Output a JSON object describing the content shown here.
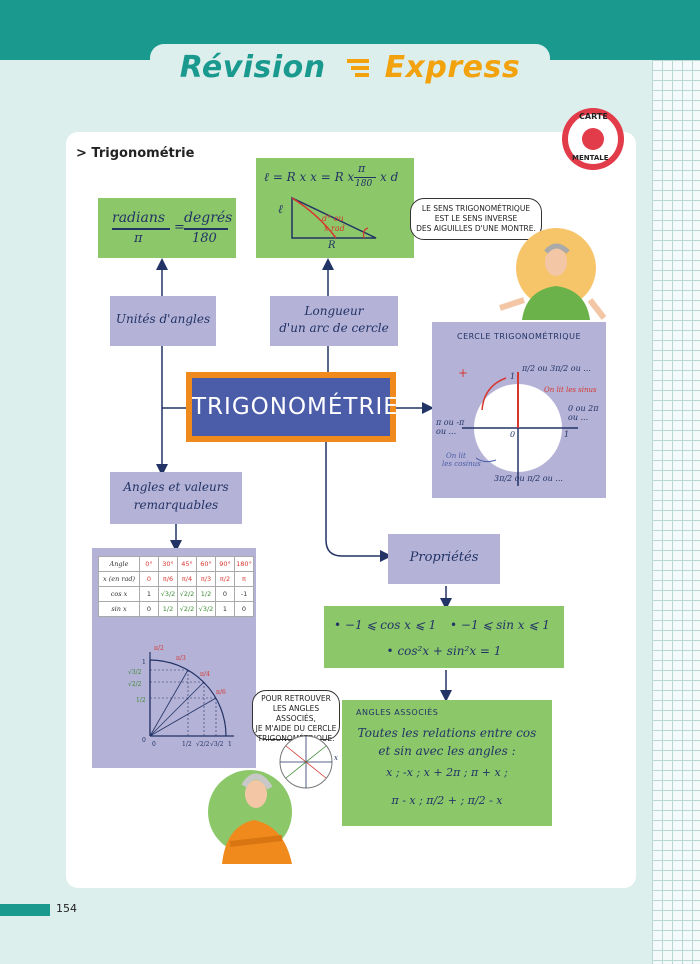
{
  "header": {
    "title_part1": "Révision",
    "title_part2": "Express",
    "stamp_text_1": "CARTE",
    "stamp_text_2": "MENTALE"
  },
  "section_heading": "> Trigonométrie",
  "main_node": "TRIGONOMÉTRIE",
  "units": {
    "label": "Unités d'angles",
    "formula_num_left": "radians",
    "formula_den_left": "π",
    "formula_num_right": "degrés",
    "formula_den_right": "180"
  },
  "arc": {
    "label_line1": "Longueur",
    "label_line2": "d'un arc de cercle",
    "formula": "ℓ = R x x = R x",
    "frac_num": "π",
    "frac_den": "180",
    "formula_tail": "x d",
    "ell": "ℓ",
    "angle_line1": "d° ou",
    "angle_line2": "x rad",
    "radius": "R"
  },
  "bubble1": {
    "line1": "LE SENS TRIGONOMÉTRIQUE",
    "line2": "EST LE SENS INVERSE",
    "line3": "DES AIGUILLES D'UNE MONTRE."
  },
  "circle": {
    "title": "CERCLE TRIGONOMÉTRIQUE",
    "top_label": "π/2 ou 3π/2 ou ...",
    "top_one": "1",
    "right_label": "0 ou 2π ou ...",
    "left_label": "π ou -π ou ...",
    "bottom_label": "3π/2 ou π/2 ou ...",
    "origin": "0",
    "right_one": "1",
    "note_sin": "On lit les sinus",
    "note_cos_1": "On lit",
    "note_cos_2": "les cosinus",
    "plus": "+"
  },
  "angles": {
    "label_line1": "Angles et valeurs",
    "label_line2": "remarquables",
    "table_headers": [
      "Angle",
      "0°",
      "30°",
      "45°",
      "60°",
      "90°",
      "180°"
    ],
    "table_rows": [
      [
        "x (en rad)",
        "0",
        "π/6",
        "π/4",
        "π/3",
        "π/2",
        "π"
      ],
      [
        "cos x",
        "1",
        "√3/2",
        "√2/2",
        "1/2",
        "0",
        "-1"
      ],
      [
        "sin x",
        "0",
        "1/2",
        "√2/2",
        "√3/2",
        "1",
        "0"
      ]
    ],
    "graph_labels": [
      "π/2",
      "π/3",
      "π/4",
      "π/6",
      "1",
      "0",
      "0",
      "1/2",
      "√2/2",
      "√3/2",
      "1",
      "√3/2",
      "√2/2",
      "1/2"
    ]
  },
  "properties": {
    "label": "Propriétés",
    "line1_a": "• −1 ⩽ cos x ⩽ 1",
    "line1_b": "• −1 ⩽ sin x ⩽ 1",
    "line2": "• cos²x + sin²x = 1"
  },
  "bubble2": {
    "line1": "POUR RETROUVER",
    "line2": "LES ANGLES ASSOCIÉS,",
    "line3": "JE M'AIDE DU CERCLE",
    "line4": "TRIGONOMÉTRIQUE."
  },
  "associated": {
    "title": "ANGLES ASSOCIÉS",
    "line1": "Toutes les relations entre cos",
    "line2": "et sin avec les angles :",
    "line3": "x ; -x ; x + 2π ; π + x ;",
    "line4": "π - x ; π/2 + ; π/2 - x"
  },
  "page_number": "154",
  "colors": {
    "teal": "#1a9a8f",
    "orange": "#f2a20c",
    "green_box": "#8cc86a",
    "purple_box": "#b4b2d6",
    "main_blue": "#4b5ca8",
    "main_border": "#f08a1c"
  }
}
